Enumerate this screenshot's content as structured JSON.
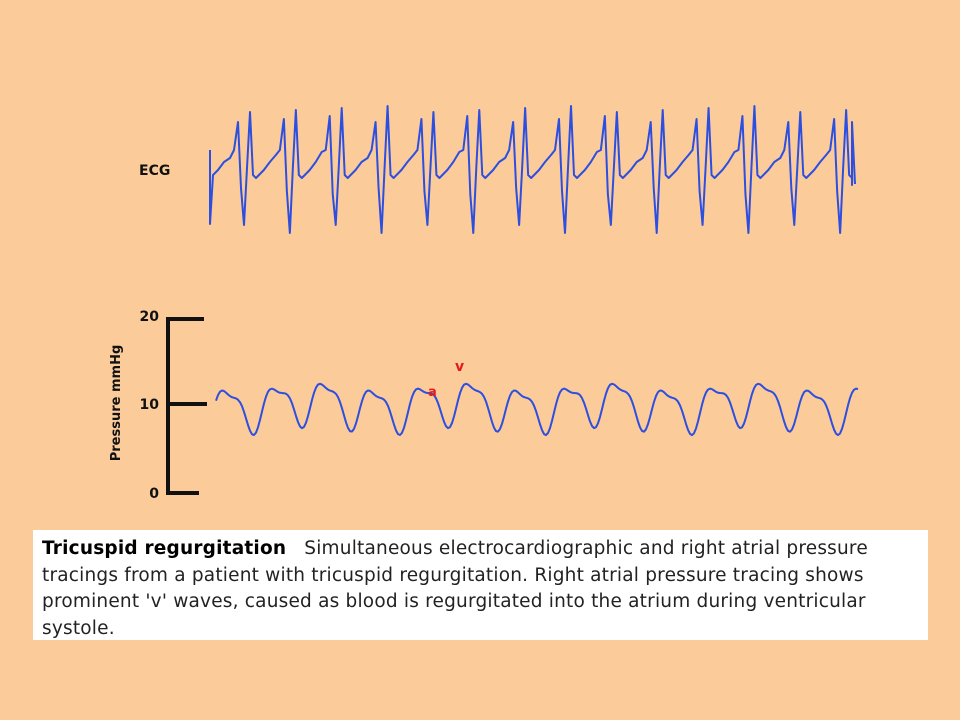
{
  "ecg": {
    "label": "ECG"
  },
  "pressure": {
    "axis_label": "Pressure mmHg",
    "ticks": [
      "20",
      "10",
      "0"
    ],
    "annotations": {
      "a": "a",
      "v": "v"
    }
  },
  "caption": {
    "title": "Tricuspid regurgitation",
    "body": "Simultaneous electrocardiographic and right atrial pressure tracings from a patient with tricuspid regurgitation. Right atrial pressure tracing shows prominent 'v' waves, caused as blood is regurgitated into the atrium during ventricular systole."
  },
  "colors": {
    "background": "#FBCB9A",
    "trace": "#2D4FE0",
    "annotation": "#E21B1B",
    "axis": "#111111",
    "caption_bg": "#FFFFFF"
  }
}
